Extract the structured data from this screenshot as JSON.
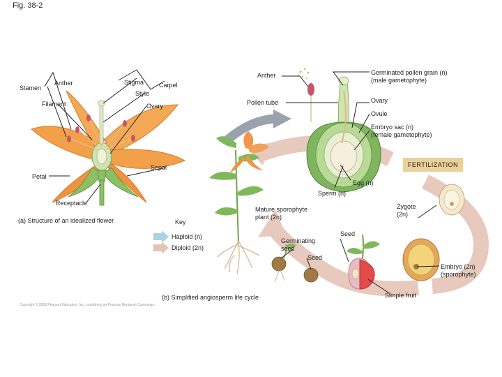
{
  "figure_label": "Fig. 38-2",
  "part_a": {
    "caption": "(a) Structure of an idealized flower",
    "labels": {
      "stamen": "Stamen",
      "anther": "Anther",
      "filament": "Filament",
      "stigma": "Stigma",
      "style": "Style",
      "carpel": "Carpel",
      "ovary": "Ovary",
      "sepal": "Sepal",
      "petal": "Petal",
      "receptacle": "Receptacle"
    }
  },
  "part_b": {
    "caption": "(b) Simplified angiosperm life cycle",
    "labels": {
      "anther": "Anther",
      "germinated_pollen": "Germinated pollen grain (n)\n(male gametophyte)",
      "pollen_tube": "Pollen tube",
      "ovary": "Ovary",
      "ovule": "Ovule",
      "embryo_sac": "Embryo sac (n)\n(female gametophyte)",
      "fertilization": "FERTILIZATION",
      "egg": "Egg (n)",
      "sperm": "Sperm (n)",
      "zygote": "Zygote\n(2n)",
      "mature_sporophyte": "Mature sporophyte\nplant (2n)",
      "seed_top": "Seed",
      "germinating_seed": "Germinating\nseed",
      "seed_bottom": "Seed",
      "embryo": "Embryo (2n)\n(sporophyte)",
      "simple_fruit": "Simple fruit"
    },
    "key": {
      "title": "Key",
      "haploid": "Haploid (n)",
      "diploid": "Diploid (2n)",
      "haploid_color": "#a9d3e0",
      "diploid_color": "#e6c2b4"
    }
  },
  "copyright": "Copyright © 2008 Pearson Education, Inc., publishing as Pearson Benjamin Cummings."
}
